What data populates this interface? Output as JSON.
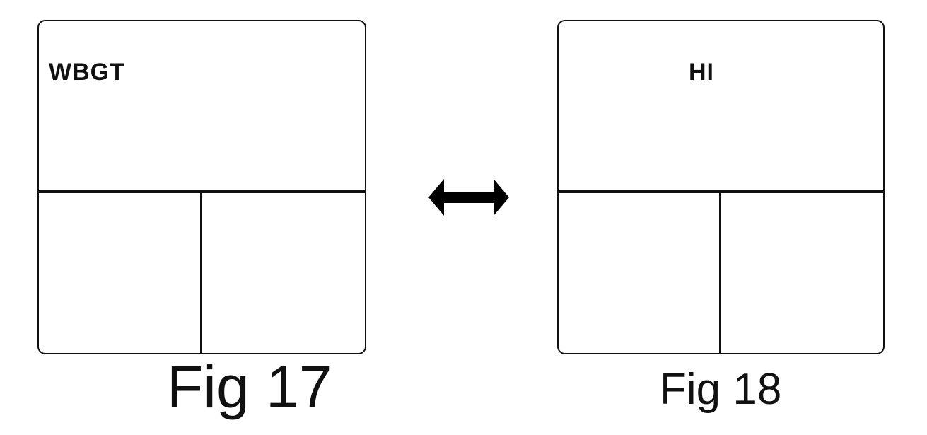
{
  "left_display": {
    "mode_label": "WBGT",
    "caption": "Fig 17"
  },
  "right_display": {
    "mode_label": "HI",
    "caption": "Fig 18"
  },
  "connector": {
    "icon": "double-headed-arrow"
  }
}
